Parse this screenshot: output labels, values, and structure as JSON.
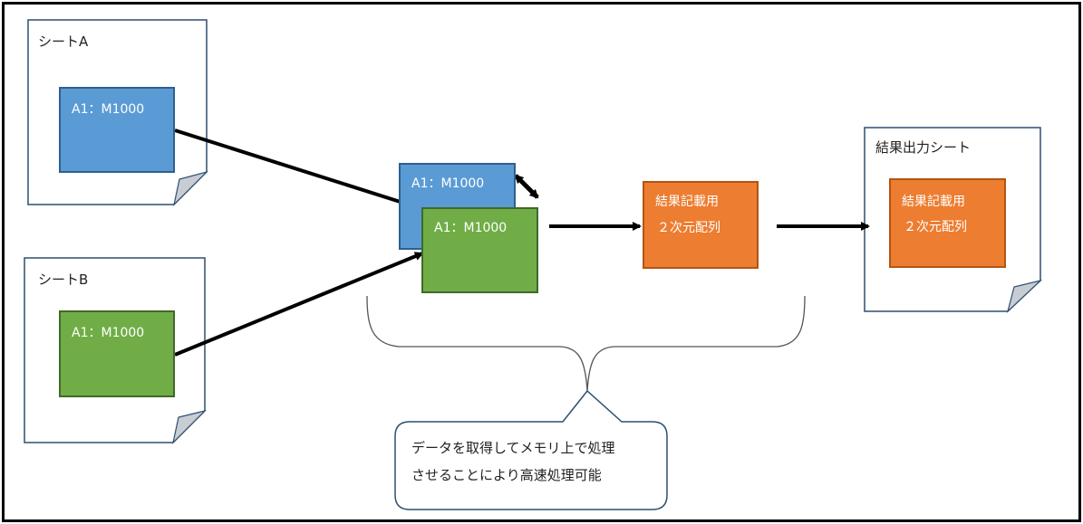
{
  "sheet_a": {
    "label": "シートA",
    "range": "A1：M1000"
  },
  "sheet_b": {
    "label": "シートB",
    "range": "A1：M1000"
  },
  "memory": {
    "range_a": "A1：M1000",
    "range_b": "A1：M1000"
  },
  "result_array": {
    "line1": "結果記載用",
    "line2": "２次元配列"
  },
  "output_sheet": {
    "label": "結果出力シート",
    "line1": "結果記載用",
    "line2": "２次元配列"
  },
  "callout": {
    "line1": "データを取得してメモリ上で処理",
    "line2": "させることにより高速処理可能"
  },
  "colors": {
    "blue": "#5b9bd5",
    "green": "#70ad47",
    "orange": "#ed7d31",
    "arrow": "#000000"
  }
}
